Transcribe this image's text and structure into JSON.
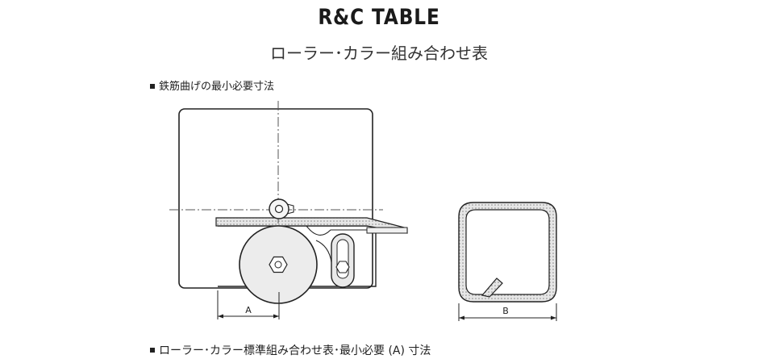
{
  "header": {
    "title": "R&C TABLE",
    "subtitle": "ローラー･カラー組み合わせ表"
  },
  "section1": {
    "heading": "鉄筋曲げの最小必要寸法"
  },
  "diagram": {
    "label_a": "A",
    "label_b": "B"
  },
  "section2": {
    "heading": "ローラー･カラー標準組み合わせ表･最小必要 (A) 寸法"
  }
}
